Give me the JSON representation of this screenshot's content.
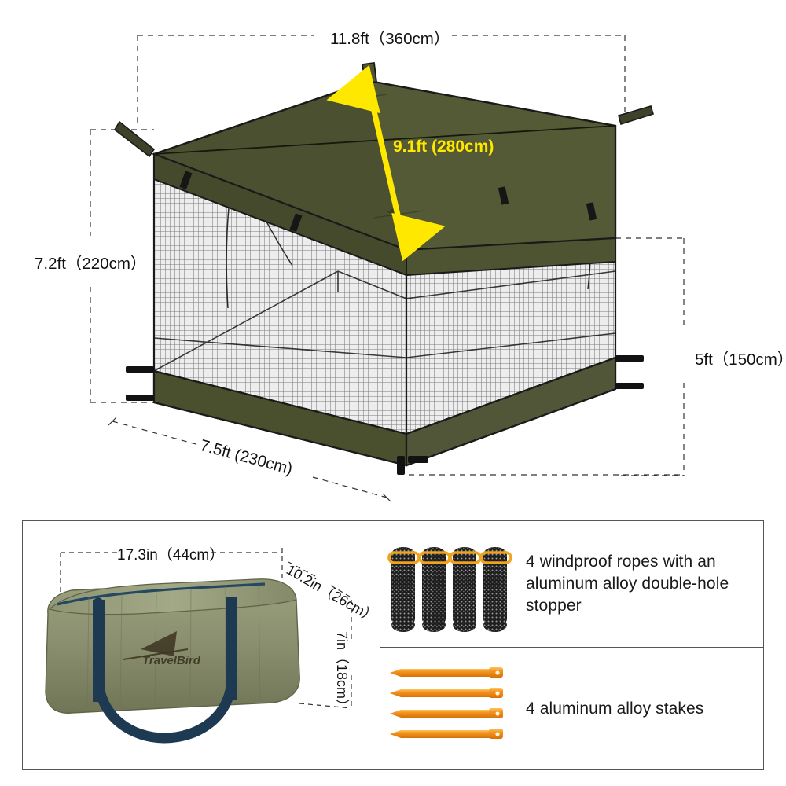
{
  "product": {
    "brand": "TravelBird",
    "type": "screen-house-canopy-tent"
  },
  "tent_dimensions": {
    "width_top": "11.8ft（360cm）",
    "height_left": "7.2ft（220cm）",
    "diagonal": "9.1ft (280cm)",
    "height_right": "5ft（150cm）",
    "depth_bottom": "7.5ft (230cm)"
  },
  "bag": {
    "brand_label": "TravelBird",
    "width": "17.3in（44cm）",
    "depth": "10.2in（26cm）",
    "height": "7in（18cm）"
  },
  "accessories": [
    {
      "name": "windproof-ropes",
      "text": "4 windproof ropes with an aluminum alloy double-hole stopper",
      "count": 4
    },
    {
      "name": "aluminum-stakes",
      "text": "4 aluminum alloy stakes",
      "count": 4
    }
  ],
  "colors": {
    "canopy_olive": "#4d5232",
    "skirt_olive": "#4a4f2e",
    "diagonal_yellow": "#ffe800",
    "bag_green": "#8a9070",
    "bag_handle": "#1e3a52",
    "stake_orange": "#f5951e",
    "rope_black": "#1c1c1c",
    "mesh_grey": "#e9e9e9"
  }
}
